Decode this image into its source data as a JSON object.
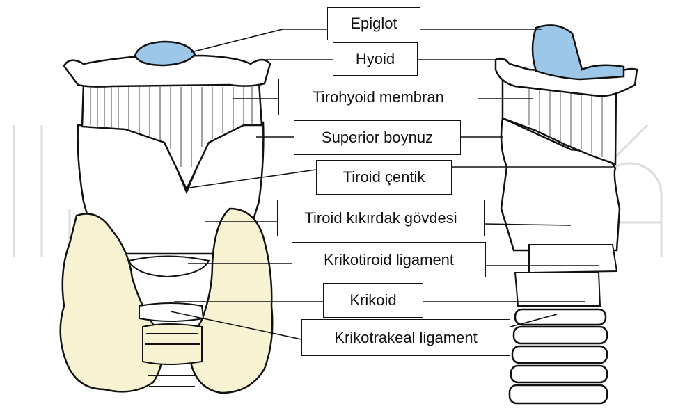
{
  "labels": {
    "epiglot": "Epiglot",
    "hyoid": "Hyoid",
    "tirohyoid_membran": "Tirohyoid membran",
    "superior_boynuz": "Superior boynuz",
    "tiroid_centik": "Tiroid çentik",
    "tiroid_kikirdak_govdesi": "Tiroid kıkırdak gövdesi",
    "krikotiroid_ligament": "Krikotiroid ligament",
    "krikoid": "Krikoid",
    "krikotrakeal_ligament": "Krikotrakeal ligament"
  },
  "colors": {
    "epiglottis_fill": "#9cc7e8",
    "thyroid_gland_fill": "#f7f3d2",
    "outline": "#111111",
    "watermark": "#d9d9d9"
  }
}
